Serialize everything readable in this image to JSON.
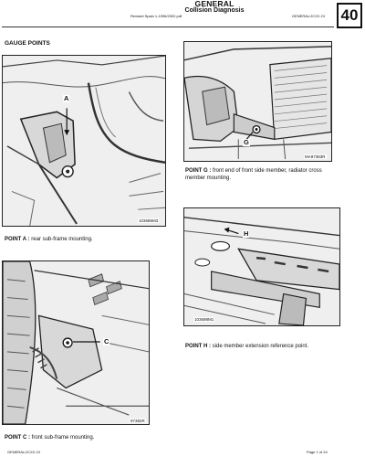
{
  "header": {
    "title": "GENERAL",
    "subtitle": "Collision Diagnosis",
    "revised": "Revised Spain 1-1996/2002.pdf",
    "doc_ref": "GENERAL/JCXX.OI",
    "section_number": "40"
  },
  "section_heading": "GAUGE POINTS",
  "figures": {
    "a": {
      "letter": "A",
      "code": "103686M3",
      "caption_point": "POINT A :",
      "caption_text": " rear sub-frame mounting."
    },
    "g": {
      "letter": "G",
      "code": "MA97383R",
      "caption_point": "POINT G :",
      "caption_text": " front end of front side member, radiator cross member mounting."
    },
    "h": {
      "letter": "H",
      "code": "103698M1",
      "caption_point": "POINT H :",
      "caption_text": " side member extension reference point."
    },
    "c": {
      "letter": "C",
      "code": "97382R",
      "caption_point": "POINT C :",
      "caption_text": " front sub-frame mounting."
    }
  },
  "footer": {
    "left": "GENERAL/JCXX.OI",
    "right": "Page 1 of 24"
  }
}
